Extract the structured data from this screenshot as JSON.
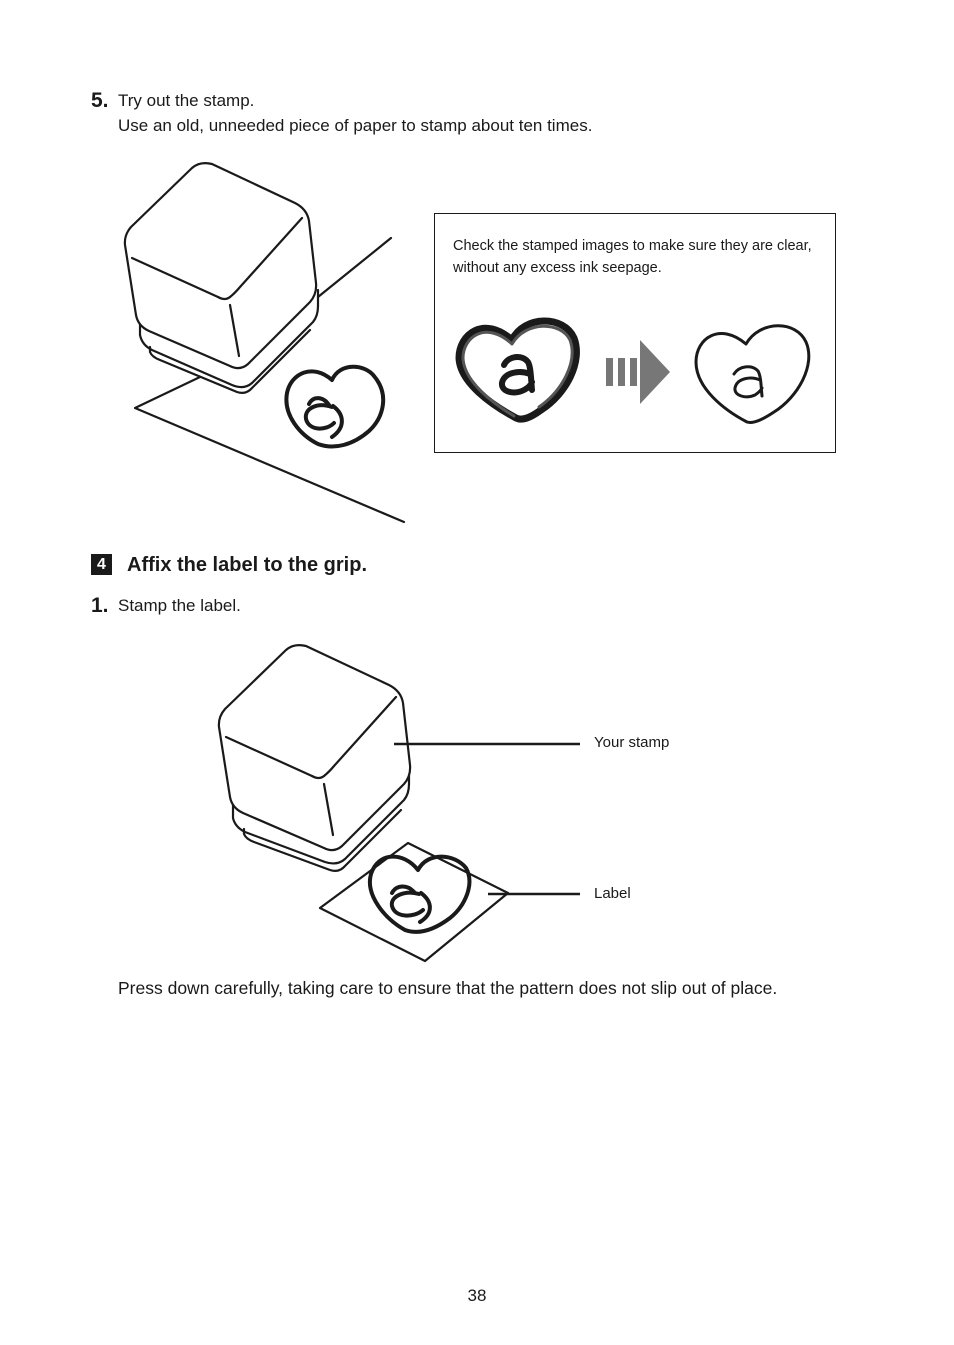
{
  "step5": {
    "number": "5.",
    "line1": "Try out the stamp.",
    "line2": "Use an old, unneeded piece of paper to stamp about ten times."
  },
  "callout": {
    "text": "Check the stamped images to make sure they are clear, without any excess ink seepage."
  },
  "section4": {
    "number": "4",
    "title": "Affix the label to the grip."
  },
  "step1": {
    "number": "1.",
    "text": "Stamp the label."
  },
  "figure2": {
    "stamp_label": "Your stamp",
    "label_label": "Label"
  },
  "instruction": {
    "text": "Press down carefully, taking care to ensure that the pattern does not slip out of place."
  },
  "page": {
    "number": "38"
  }
}
